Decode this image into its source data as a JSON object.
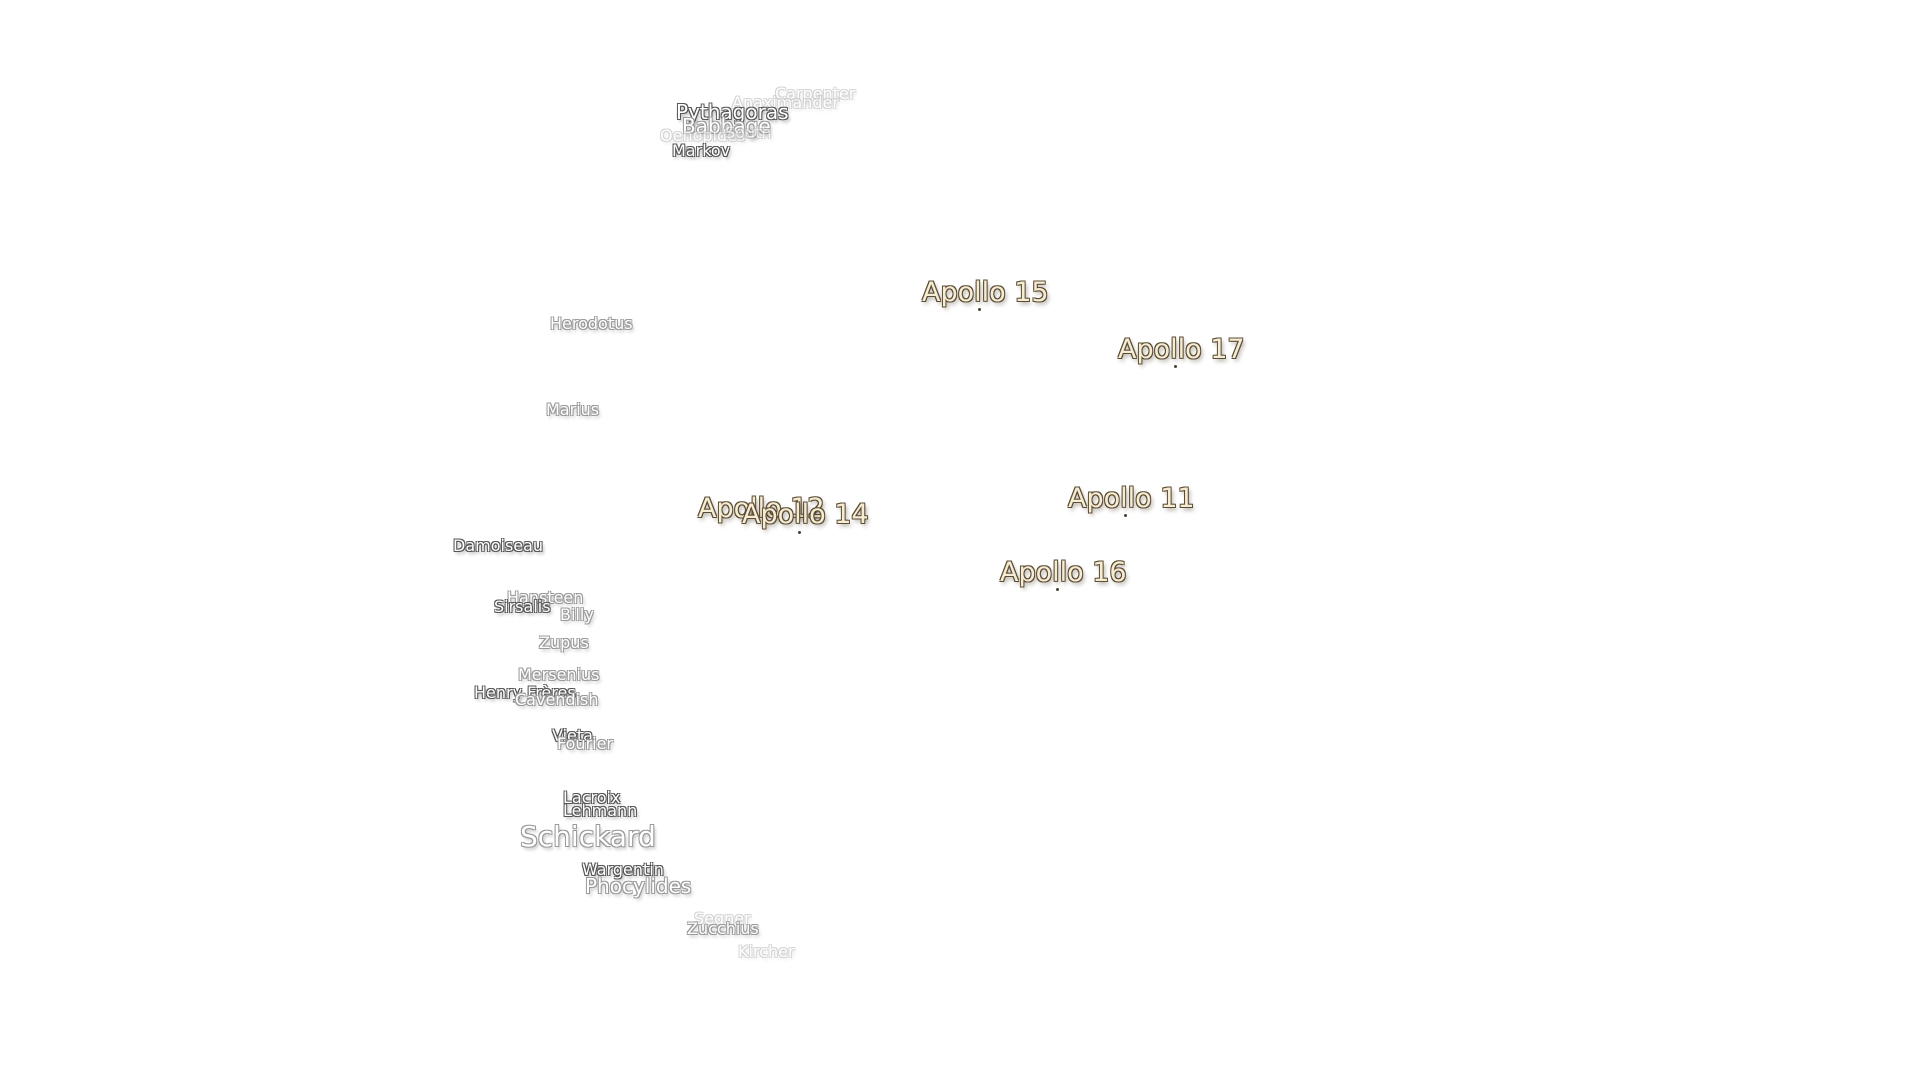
{
  "map": {
    "craters": [
      {
        "key": "carpenter",
        "label": "Carpenter"
      },
      {
        "key": "anaximander",
        "label": "Anaximander"
      },
      {
        "key": "pythagoras",
        "label": "Pythagoras"
      },
      {
        "key": "babbage",
        "label": "Babbage"
      },
      {
        "key": "oenopides",
        "label": "Oenopides"
      },
      {
        "key": "south",
        "label": "South"
      },
      {
        "key": "markov",
        "label": "Markov"
      },
      {
        "key": "herodotus",
        "label": "Herodotus"
      },
      {
        "key": "marius",
        "label": "Marius"
      },
      {
        "key": "damoiseau",
        "label": "Damoiseau"
      },
      {
        "key": "hansteen",
        "label": "Hansteen"
      },
      {
        "key": "sirsalis",
        "label": "Sirsalis"
      },
      {
        "key": "billy",
        "label": "Billy"
      },
      {
        "key": "zupus",
        "label": "Zupus"
      },
      {
        "key": "mersenius",
        "label": "Mersenius"
      },
      {
        "key": "henry-freres",
        "label": "Henry Frères"
      },
      {
        "key": "cavendish",
        "label": "Cavendish"
      },
      {
        "key": "vieta",
        "label": "Vieta"
      },
      {
        "key": "fourier",
        "label": "Fourier"
      },
      {
        "key": "lacroix",
        "label": "Lacroix"
      },
      {
        "key": "lehmann",
        "label": "Lehmann"
      },
      {
        "key": "schickard",
        "label": "Schickard"
      },
      {
        "key": "wargentin",
        "label": "Wargentin"
      },
      {
        "key": "phocylides",
        "label": "Phocylides"
      },
      {
        "key": "segner",
        "label": "Segner"
      },
      {
        "key": "zucchius",
        "label": "Zucchius"
      },
      {
        "key": "kircher",
        "label": "Kircher"
      }
    ],
    "landing_sites": [
      {
        "key": "apollo-15",
        "label": "Apollo 15"
      },
      {
        "key": "apollo-17",
        "label": "Apollo 17"
      },
      {
        "key": "apollo-12",
        "label": "Apollo 12"
      },
      {
        "key": "apollo-14",
        "label": "Apollo 14"
      },
      {
        "key": "apollo-11",
        "label": "Apollo 11"
      },
      {
        "key": "apollo-16",
        "label": "Apollo 16"
      }
    ]
  }
}
